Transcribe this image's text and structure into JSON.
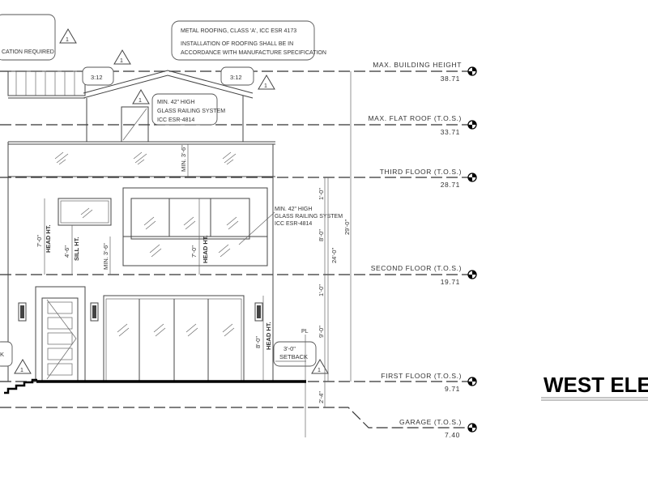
{
  "notes": {
    "top_left": "CATION REQUIRED",
    "roofing_line1": "METAL ROOFING, CLASS 'A', ICC ESR 4173",
    "roofing_line2": "INSTALLATION OF ROOFING SHALL BE IN",
    "roofing_line3": "ACCORDANCE WITH MANUFACTURE SPECIFICATION",
    "railing_upper": [
      "MIN. 42\" HIGH",
      "GLASS RAILING SYSTEM",
      "ICC ESR-4814"
    ],
    "railing_lower": [
      "MIN. 42\" HIGH",
      "GLASS RAILING SYSTEM",
      "ICC ESR-4814"
    ],
    "slope_left": "3:12",
    "slope_right": "3:12",
    "setback_dim": "3'-0\"",
    "setback_label": "SETBACK",
    "left_cut": "K",
    "pl": "PL",
    "revision": "1"
  },
  "levels": [
    {
      "label": "MAX. BUILDING HEIGHT",
      "elevation": "38.71"
    },
    {
      "label": "MAX. FLAT ROOF (T.O.S.)",
      "elevation": "33.71"
    },
    {
      "label": "THIRD FLOOR (T.O.S.)",
      "elevation": "28.71"
    },
    {
      "label": "SECOND FLOOR (T.O.S.)",
      "elevation": "19.71"
    },
    {
      "label": "FIRST FLOOR (T.O.S.)",
      "elevation": "9.71"
    },
    {
      "label": "GARAGE (T.O.S.)",
      "elevation": "7.40"
    }
  ],
  "dimensions": {
    "min_3_6_upper": "MIN. 3'-6\"",
    "head_ht_7": "7'-0\"",
    "head_ht_label": "HEAD HT.",
    "sill_4_6": "4'-6\"",
    "sill_label": "SILL HT.",
    "min_3_6_lower": "MIN. 3'-6\"",
    "head_7_center": "7'-0\"",
    "head_8": "8'-0\"",
    "d1_0_top": "1'-0\"",
    "d8_0": "8'-0\"",
    "d1_0_mid": "1'-0\"",
    "d9_0": "9'-0\"",
    "d2_4": "2'-4\"",
    "d24_0": "24'-0\"",
    "d29_0": "29'-0\""
  },
  "title": "WEST ELE"
}
